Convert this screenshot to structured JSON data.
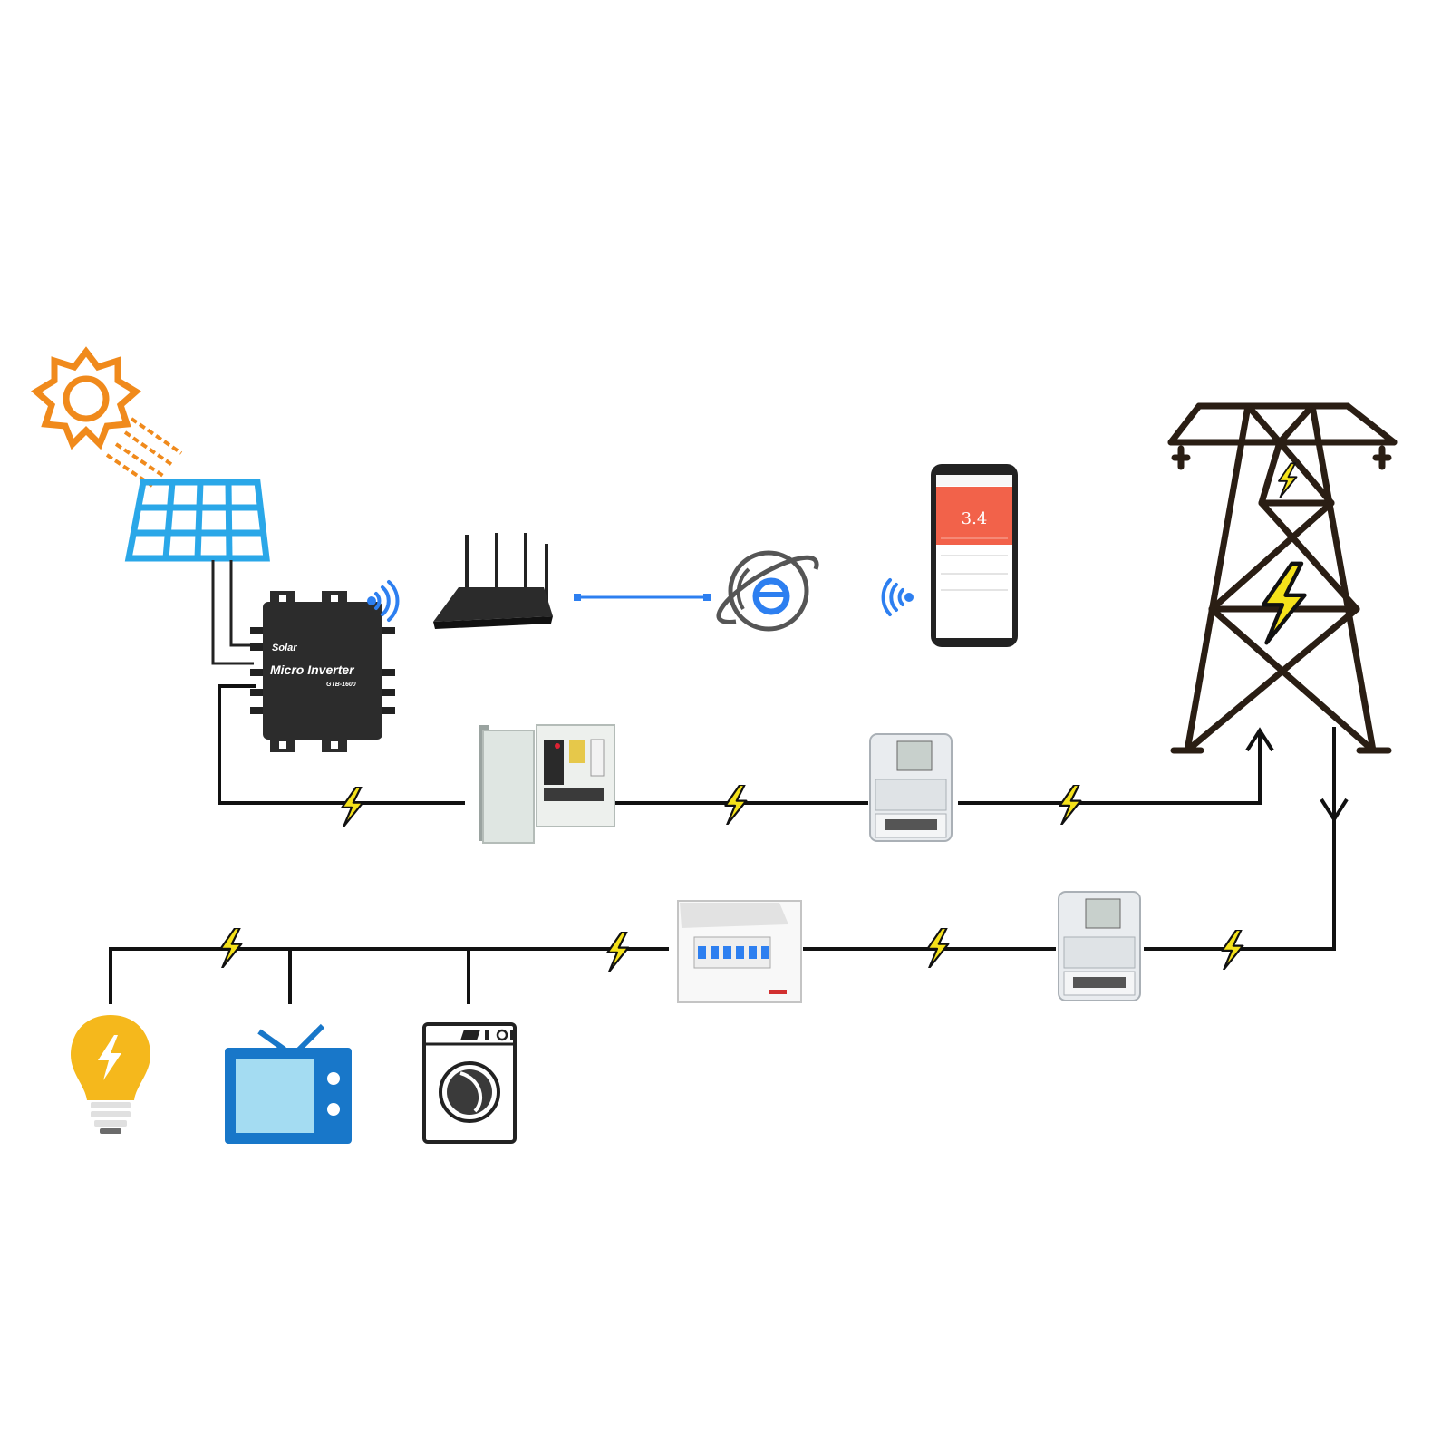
{
  "inverter": {
    "line1": "Solar",
    "line2": "Micro Inverter",
    "model": "GTB-1600"
  },
  "phone": {
    "reading": "3.4"
  },
  "colors": {
    "wire": "#111111",
    "sun": "#f08a1c",
    "solar_panel": "#2aa7e8",
    "wifi": "#2d7ff0",
    "bolt": "#f5e21a",
    "tv": "#1877c9",
    "bulb": "#f5b81c",
    "app_header": "#f2624a"
  },
  "icons": [
    "sun-icon",
    "solar-panel-icon",
    "micro-inverter-icon",
    "wifi-icon",
    "router-icon",
    "cloud-internet-icon",
    "smartphone-icon",
    "transmission-tower-icon",
    "distribution-box-icon",
    "electric-meter-icon",
    "breaker-panel-icon",
    "light-bulb-icon",
    "television-icon",
    "washing-machine-icon",
    "lightning-bolt-icon"
  ]
}
